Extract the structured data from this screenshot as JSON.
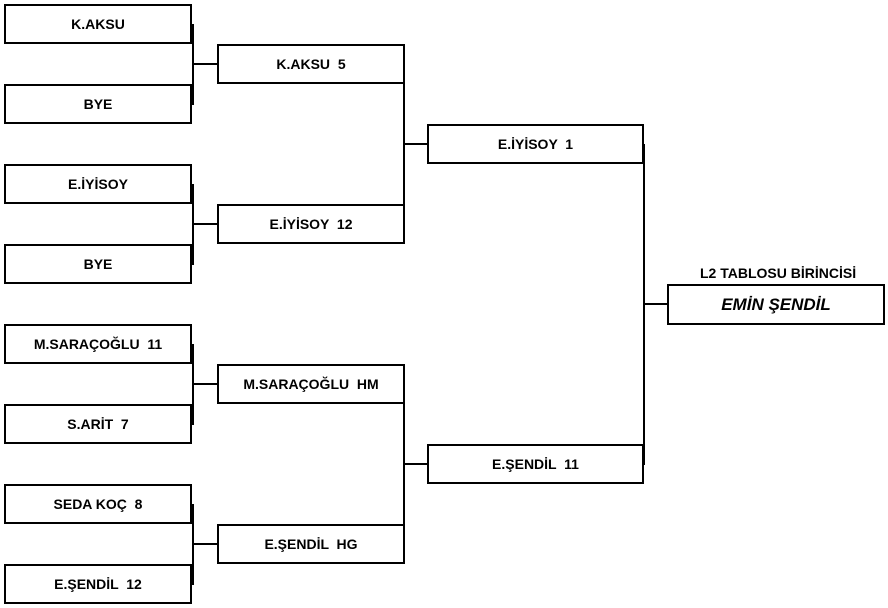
{
  "bracket": {
    "round1": [
      "K.AKSU",
      "BYE",
      "E.İYİSOY",
      "BYE",
      "M.SARAÇOĞLU  11",
      "S.ARİT  7",
      "SEDA KOÇ  8",
      "E.ŞENDİL  12"
    ],
    "round2": [
      "K.AKSU  5",
      "E.İYİSOY  12",
      "M.SARAÇOĞLU  HM",
      "E.ŞENDİL  HG"
    ],
    "semifinal": [
      "E.İYİSOY  1",
      "E.ŞENDİL  11"
    ],
    "winner_title": "L2 TABLOSU BİRİNCİSİ",
    "winner_name": "EMİN ŞENDİL"
  }
}
